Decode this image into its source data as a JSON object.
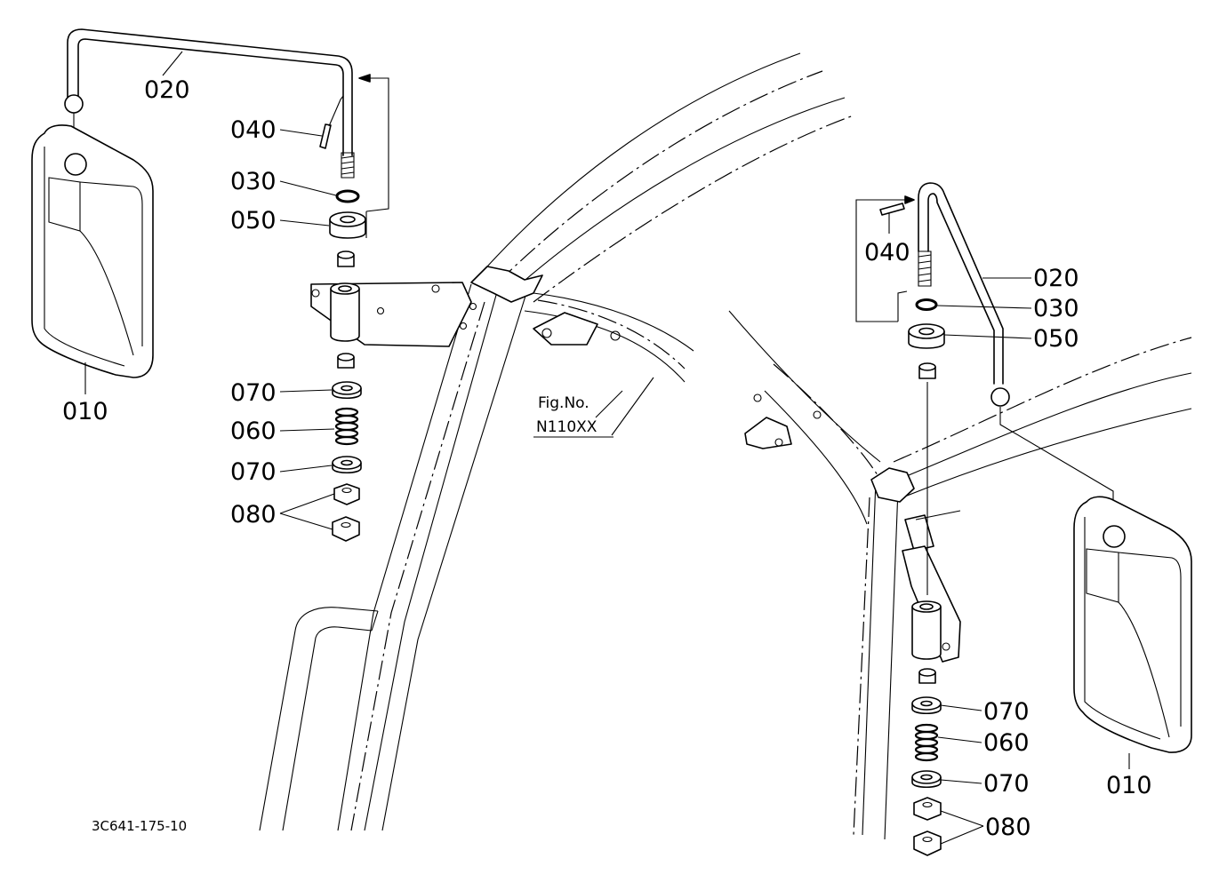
{
  "labels": {
    "left": {
      "p020": "020",
      "p040": "040",
      "p030": "030",
      "p050": "050",
      "p010": "010",
      "p070a": "070",
      "p060": "060",
      "p070b": "070",
      "p080": "080"
    },
    "right": {
      "p040": "040",
      "p020": "020",
      "p030": "030",
      "p050": "050",
      "p070a": "070",
      "p060": "060",
      "p070b": "070",
      "p080": "080",
      "p010": "010"
    }
  },
  "figure_ref": {
    "line1": "Fig.No.",
    "line2": "N110XX"
  },
  "drawing_code": "3C641-175-10"
}
